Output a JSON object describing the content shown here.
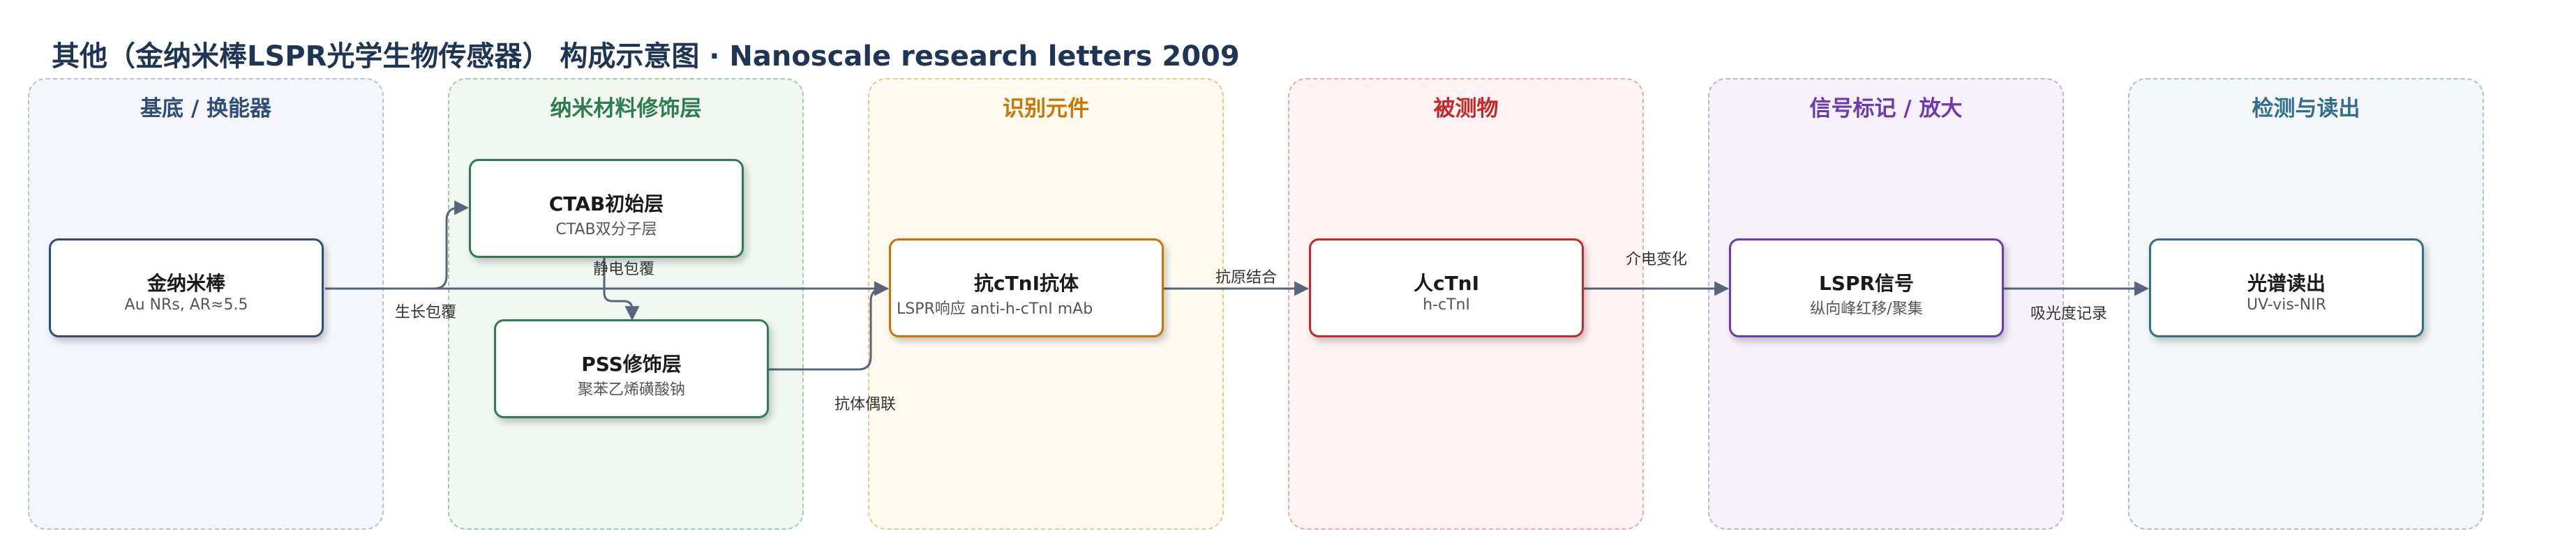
{
  "title": "其他（金纳米棒LSPR光学生物传感器） 构成示意图 · Nanoscale research letters 2009",
  "stages": [
    {
      "id": "substrate",
      "label": "基底 / 换能器",
      "color": "#2f4d7c",
      "bg": "#f5f6fb",
      "border": "#b9c1d8"
    },
    {
      "id": "nanomaterial",
      "label": "纳米材料修饰层",
      "color": "#2e7d4f",
      "bg": "#f1f8f2",
      "border": "#9fcdaa"
    },
    {
      "id": "recognition",
      "label": "识别元件",
      "color": "#c77700",
      "bg": "#fffaf0",
      "border": "#e9c98a"
    },
    {
      "id": "analyte",
      "label": "被测物",
      "color": "#c62828",
      "bg": "#fff3f3",
      "border": "#eba9a9"
    },
    {
      "id": "signal",
      "label": "信号标记 / 放大",
      "color": "#6a3ab2",
      "bg": "#f6f1fb",
      "border": "#c2aee0"
    },
    {
      "id": "readout",
      "label": "检测与读出",
      "color": "#2f6e8c",
      "bg": "#f3f7f8",
      "border": "#a9c2cb"
    }
  ],
  "nodes": {
    "gnr": {
      "title": "金纳米棒",
      "sub": "Au NRs, AR≈5.5",
      "color": "#2f4d7c"
    },
    "ctab": {
      "title": "CTAB初始层",
      "sub": "CTAB双分子层",
      "color": "#2e7d4f"
    },
    "pss": {
      "title": "PSS修饰层",
      "sub": "聚苯乙烯磺酸钠",
      "color": "#2e7d4f"
    },
    "antibody": {
      "title": "抗cTnI抗体",
      "sub": "LSPR响应  anti-h-cTnI mAb",
      "color": "#c77700"
    },
    "ctni": {
      "title": "人cTnI",
      "sub": "h-cTnI",
      "color": "#c62828"
    },
    "lspr": {
      "title": "LSPR信号",
      "sub": "纵向峰红移/聚集",
      "color": "#6a3ab2"
    },
    "spectrum": {
      "title": "光谱读出",
      "sub": "UV-vis-NIR",
      "color": "#2f6e8c"
    }
  },
  "edges": {
    "growth": "生长包覆",
    "electrostatic": "静电包覆",
    "coupling": "抗体偶联",
    "antigen": "抗原结合",
    "dielectric": "介电变化",
    "absorbance": "吸光度记录"
  }
}
